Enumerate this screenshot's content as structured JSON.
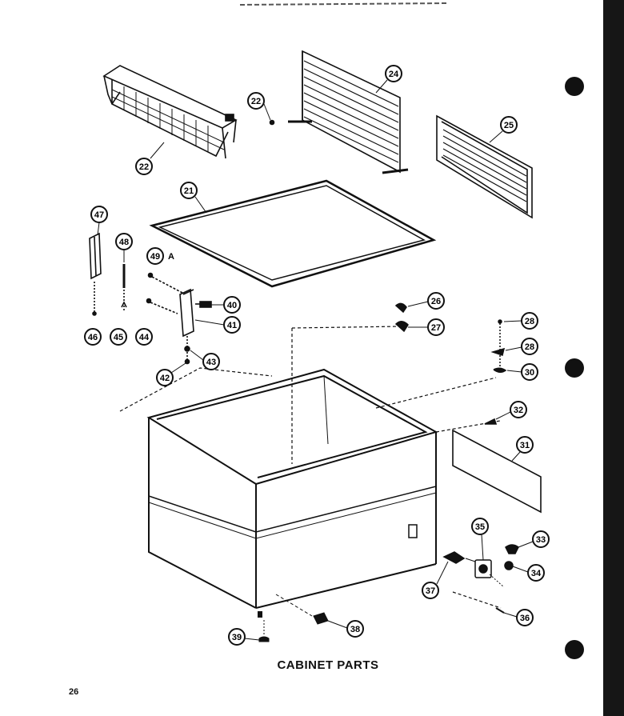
{
  "title": "CABINET PARTS",
  "page_number": "26",
  "callouts": [
    {
      "id": "c22a",
      "label": "22"
    },
    {
      "id": "c22b",
      "label": "22"
    },
    {
      "id": "c24",
      "label": "24"
    },
    {
      "id": "c25",
      "label": "25"
    },
    {
      "id": "c21",
      "label": "21"
    },
    {
      "id": "c47",
      "label": "47"
    },
    {
      "id": "c48",
      "label": "48"
    },
    {
      "id": "c49",
      "label": "49"
    },
    {
      "id": "c40",
      "label": "40"
    },
    {
      "id": "c41",
      "label": "41"
    },
    {
      "id": "c46",
      "label": "46"
    },
    {
      "id": "c45",
      "label": "45"
    },
    {
      "id": "c44",
      "label": "44"
    },
    {
      "id": "c43",
      "label": "43"
    },
    {
      "id": "c42",
      "label": "42"
    },
    {
      "id": "c26",
      "label": "26"
    },
    {
      "id": "c27",
      "label": "27"
    },
    {
      "id": "c28a",
      "label": "28"
    },
    {
      "id": "c28b",
      "label": "28"
    },
    {
      "id": "c30",
      "label": "30"
    },
    {
      "id": "c32",
      "label": "32"
    },
    {
      "id": "c31",
      "label": "31"
    },
    {
      "id": "c35",
      "label": "35"
    },
    {
      "id": "c33",
      "label": "33"
    },
    {
      "id": "c34",
      "label": "34"
    },
    {
      "id": "c37",
      "label": "37"
    },
    {
      "id": "c36",
      "label": "36"
    },
    {
      "id": "c38",
      "label": "38"
    },
    {
      "id": "c39",
      "label": "39"
    }
  ],
  "suffix_a": "A"
}
